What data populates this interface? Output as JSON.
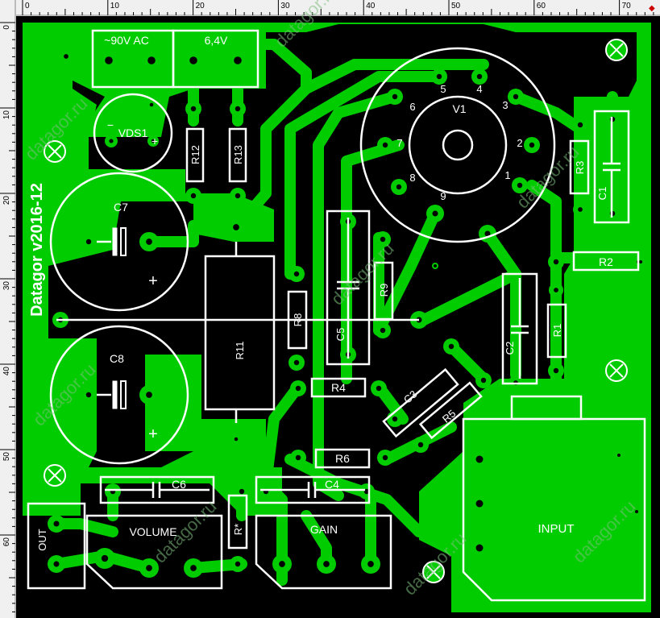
{
  "ruler": {
    "top_labels": [
      "0",
      "10",
      "20",
      "30",
      "40",
      "50",
      "60",
      "70"
    ],
    "left_labels": [
      "0",
      "10",
      "20",
      "30",
      "40",
      "50",
      "60"
    ]
  },
  "board": {
    "title": "Datagor v2016-12",
    "watermark": "datagor.ru",
    "colors": {
      "copper": "#00cc00",
      "substrate": "#000000",
      "silk": "#ffffff"
    }
  },
  "labels": {
    "ac_input": "~90V AC",
    "heater": "6,4V",
    "vds1": "VDS1",
    "v1": "V1",
    "c7": "C7",
    "c8": "C8",
    "r12": "R12",
    "r13": "R13",
    "r11": "R11",
    "r8": "R8",
    "c5": "C5",
    "r9": "R9",
    "r3": "R3",
    "c1": "C1",
    "r2": "R2",
    "r1": "R1",
    "c2": "C2",
    "r4": "R4",
    "c3": "C3",
    "r5": "R5",
    "r6": "R6",
    "c6": "C6",
    "c4": "C4",
    "rstar": "R*",
    "volume": "VOLUME",
    "gain": "GAIN",
    "input": "INPUT",
    "out": "OUT",
    "plus": "+",
    "minus": "−",
    "pins": [
      "1",
      "2",
      "3",
      "4",
      "5",
      "6",
      "7",
      "8",
      "9"
    ]
  }
}
